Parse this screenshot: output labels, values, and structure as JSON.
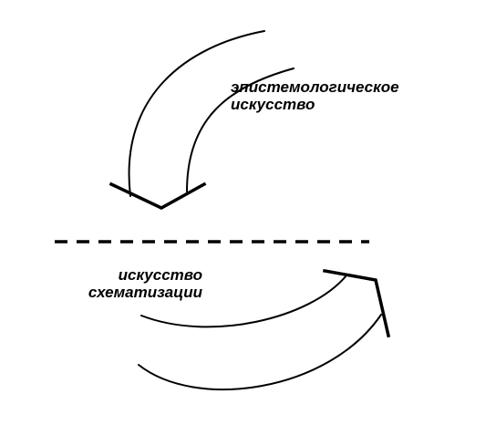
{
  "diagram": {
    "top_label": {
      "line1": "эпистемологическое",
      "line2": "искусство"
    },
    "bottom_label": {
      "line1": "искусство",
      "line2": "схематизации"
    },
    "colors": {
      "stroke": "#000000",
      "background": "#ffffff"
    }
  }
}
